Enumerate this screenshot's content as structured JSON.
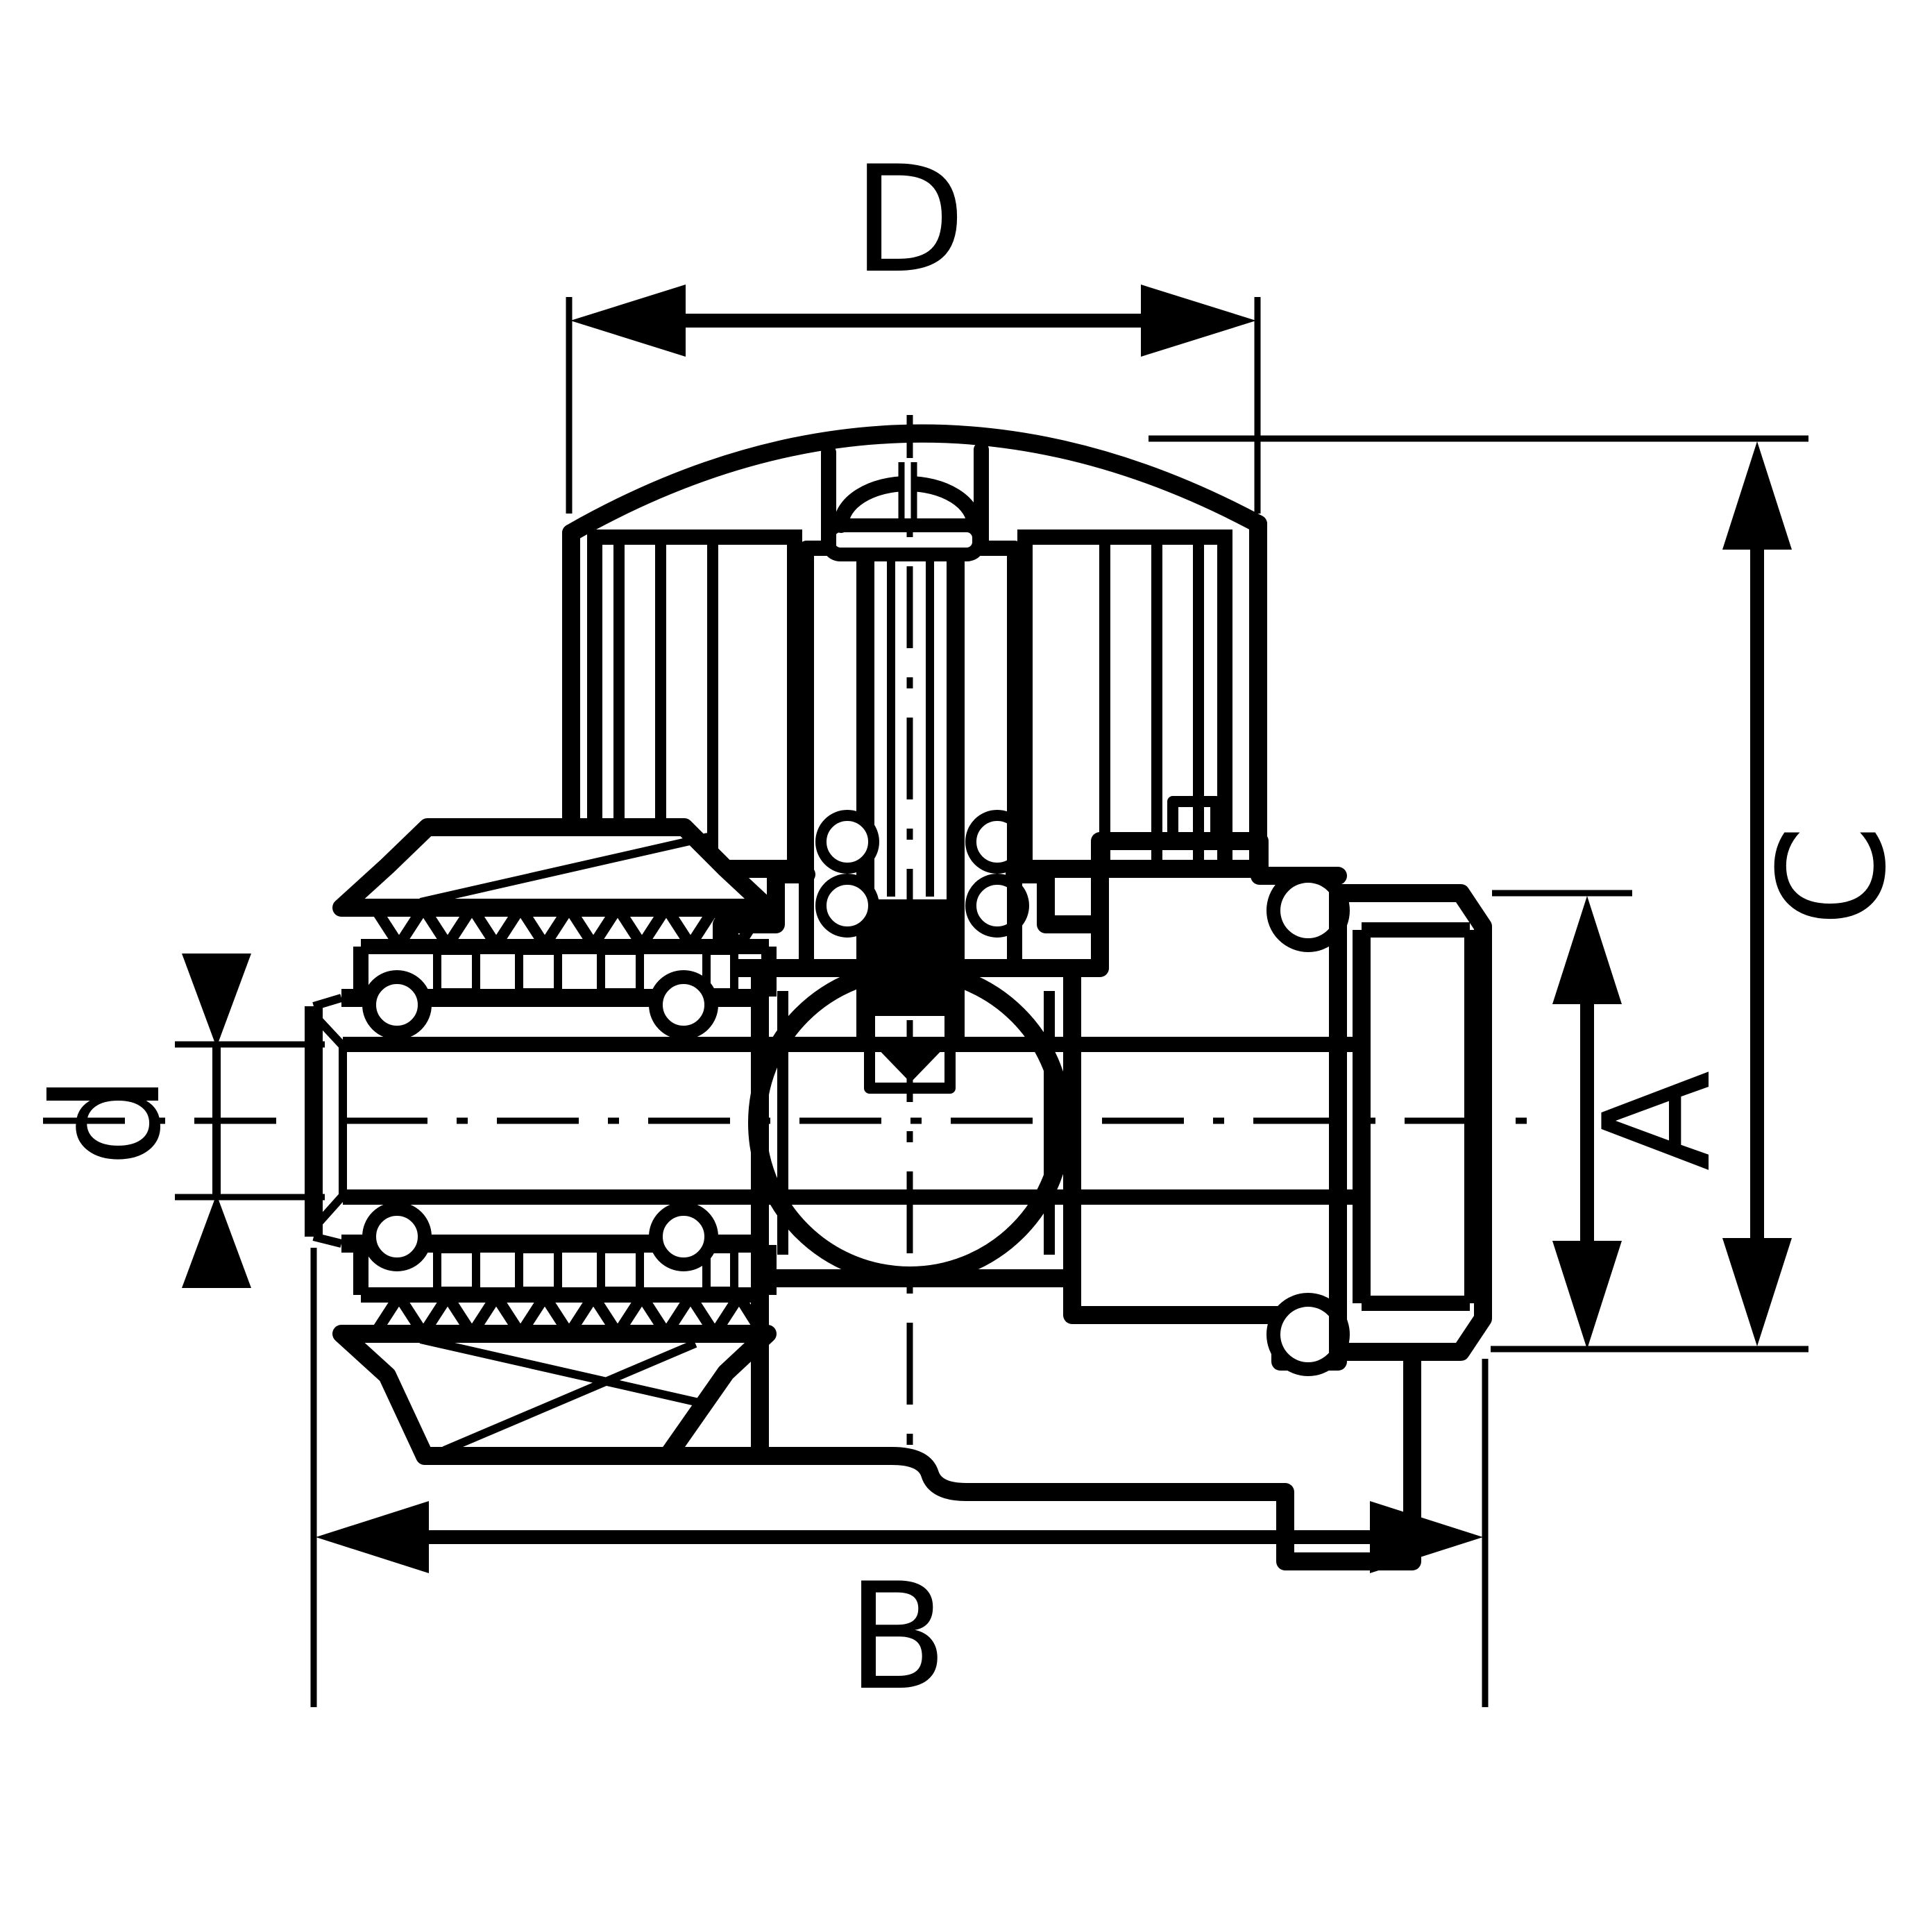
{
  "drawing": {
    "background_color": "#ffffff",
    "line_color": "#000000",
    "dimension_labels": {
      "handle_width": "D",
      "overall_height": "C",
      "union_nut_height": "A",
      "overall_length": "B",
      "pipe_bore": "d"
    }
  }
}
